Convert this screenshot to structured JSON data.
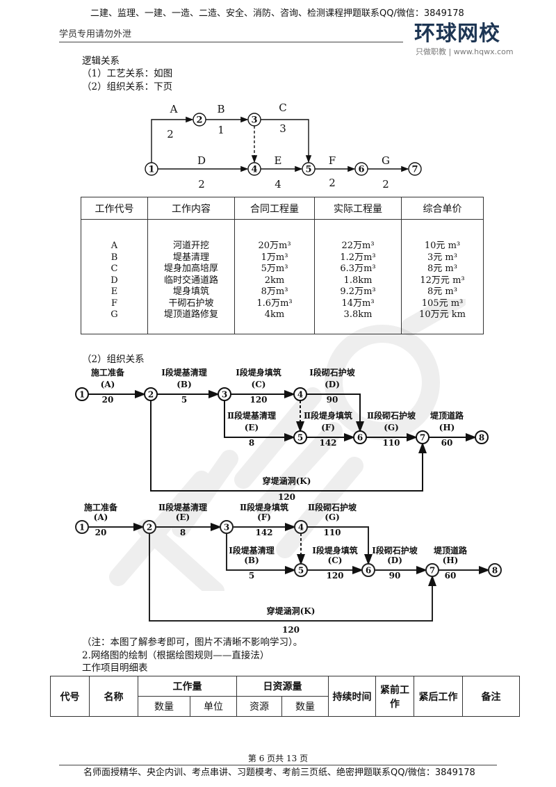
{
  "header": {
    "top_ad": "二建、监理、一建、一造、二造、安全、消防、咨询、检测课程押题联系QQ/微信：3849178",
    "left_note": "学员专用请勿外泄",
    "logo_text": "环球网校",
    "logo_subtitle": "只做职教 | www.hqwx.com"
  },
  "watermark": "环球网校",
  "intro": {
    "title": "逻辑关系",
    "line1": "（1）工艺关系：如图",
    "line2": "（2）组织关系：下页"
  },
  "diagram1": {
    "nodes": [
      "1",
      "2",
      "3",
      "4",
      "5",
      "6",
      "7"
    ],
    "activities": [
      {
        "code": "A",
        "duration": "2"
      },
      {
        "code": "B",
        "duration": "1"
      },
      {
        "code": "C",
        "duration": "3"
      },
      {
        "code": "D",
        "duration": "2"
      },
      {
        "code": "E",
        "duration": "4"
      },
      {
        "code": "F",
        "duration": "2"
      },
      {
        "code": "G",
        "duration": "2"
      }
    ]
  },
  "table1": {
    "headers": [
      "工作代号",
      "工作内容",
      "合同工程量",
      "实际工程量",
      "综合单价"
    ],
    "rows": [
      [
        "A",
        "河道开挖",
        "20万m³",
        "22万m³",
        "10元 m³"
      ],
      [
        "B",
        "堤基清理",
        "1万m³",
        "1.2万m³",
        "3元 m³"
      ],
      [
        "C",
        "堤身加高培厚",
        "5万m³",
        "6.3万m³",
        "8元 m³"
      ],
      [
        "D",
        "临时交通道路",
        "2km",
        "1.8km",
        "12万元 m³"
      ],
      [
        "E",
        "堤身填筑",
        "8万m³",
        "9.2万m³",
        "8元 m³"
      ],
      [
        "F",
        "干砌石护坡",
        "1.6万m³",
        "14万m³",
        "105元 m³"
      ],
      [
        "G",
        "堤顶道路修复",
        "4km",
        "3.8km",
        "10万元 km"
      ]
    ]
  },
  "section2_title": "（2）组织关系",
  "diagram2": {
    "nodes": [
      "1",
      "2",
      "3",
      "4",
      "5",
      "6",
      "7",
      "8"
    ],
    "activities": [
      {
        "name": "施工准备",
        "code": "(A)",
        "duration": "20"
      },
      {
        "name": "Ⅰ段堤基清理",
        "code": "(B)",
        "duration": "5"
      },
      {
        "name": "Ⅰ段堤身填筑",
        "code": "(C)",
        "duration": "120"
      },
      {
        "name": "Ⅰ段砌石护坡",
        "code": "(D)",
        "duration": "90"
      },
      {
        "name": "Ⅱ段堤基清理",
        "code": "(E)",
        "duration": "8"
      },
      {
        "name": "Ⅱ段堤身填筑",
        "code": "(F)",
        "duration": "142"
      },
      {
        "name": "Ⅱ段砌石护坡",
        "code": "(G)",
        "duration": "110"
      },
      {
        "name": "堤顶道路",
        "code": "(H)",
        "duration": "60"
      },
      {
        "name": "穿堤涵洞(K)",
        "code": "",
        "duration": "120"
      }
    ]
  },
  "diagram3": {
    "nodes": [
      "1",
      "2",
      "3",
      "4",
      "5",
      "6",
      "7",
      "8"
    ],
    "activities": [
      {
        "name": "施工准备",
        "code": "(A)",
        "duration": "20"
      },
      {
        "name": "Ⅱ段堤基清理",
        "code": "(E)",
        "duration": "8"
      },
      {
        "name": "Ⅱ段堤身填筑",
        "code": "(F)",
        "duration": "142"
      },
      {
        "name": "Ⅱ段砌石护坡",
        "code": "(G)",
        "duration": "110"
      },
      {
        "name": "Ⅰ段堤基清理",
        "code": "(B)",
        "duration": "5"
      },
      {
        "name": "Ⅰ段堤身填筑",
        "code": "(C)",
        "duration": "120"
      },
      {
        "name": "Ⅰ段砌石护坡",
        "code": "(D)",
        "duration": "90"
      },
      {
        "name": "堤顶道路",
        "code": "(H)",
        "duration": "60"
      },
      {
        "name": "穿堤涵洞(K)",
        "code": "",
        "duration": "120"
      }
    ]
  },
  "note": "（注：本图了解参考即可，图片不清晰不影响学习）。",
  "section3_title": "2.网络图的绘制（根据绘图规则——直接法）",
  "table2_title": "工作项目明细表",
  "table2": {
    "code": "代号",
    "name": "名称",
    "workload": "工作量",
    "qty": "数量",
    "unit": "单位",
    "daily_resource": "日资源量",
    "resource": "资源",
    "qty2": "数量",
    "duration": "持续时间",
    "predecessor": "紧前工作",
    "successor": "紧后工作",
    "remark": "备注"
  },
  "footer": {
    "page": "第 6 页共 13 页",
    "ad": "名师面授精华、央企内训、考点串讲、习题模考、考前三页纸、绝密押题联系QQ/微信：3849178"
  }
}
